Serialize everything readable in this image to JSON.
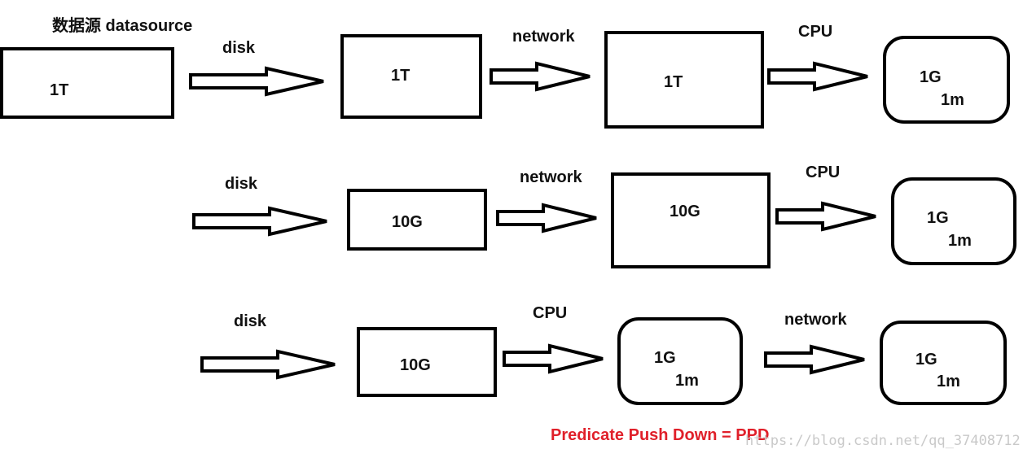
{
  "title": "数据源 datasource",
  "rows": [
    {
      "source": "1T",
      "steps": [
        {
          "label": "disk",
          "box": [
            "1T"
          ]
        },
        {
          "label": "network",
          "box": [
            "1T"
          ]
        },
        {
          "label": "CPU",
          "box": [
            "1G",
            "1m"
          ]
        }
      ]
    },
    {
      "steps": [
        {
          "label": "disk",
          "box": [
            "10G"
          ]
        },
        {
          "label": "network",
          "box": [
            "10G"
          ]
        },
        {
          "label": "CPU",
          "box": [
            "1G",
            "1m"
          ]
        }
      ]
    },
    {
      "steps": [
        {
          "label": "disk",
          "box": [
            "10G"
          ]
        },
        {
          "label": "CPU",
          "box": [
            "1G",
            "1m"
          ]
        },
        {
          "label": "network",
          "box": [
            "1G",
            "1m"
          ]
        }
      ]
    }
  ],
  "footer": "Predicate Push Down  = PPD",
  "watermark": "https://blog.csdn.net/qq_37408712"
}
